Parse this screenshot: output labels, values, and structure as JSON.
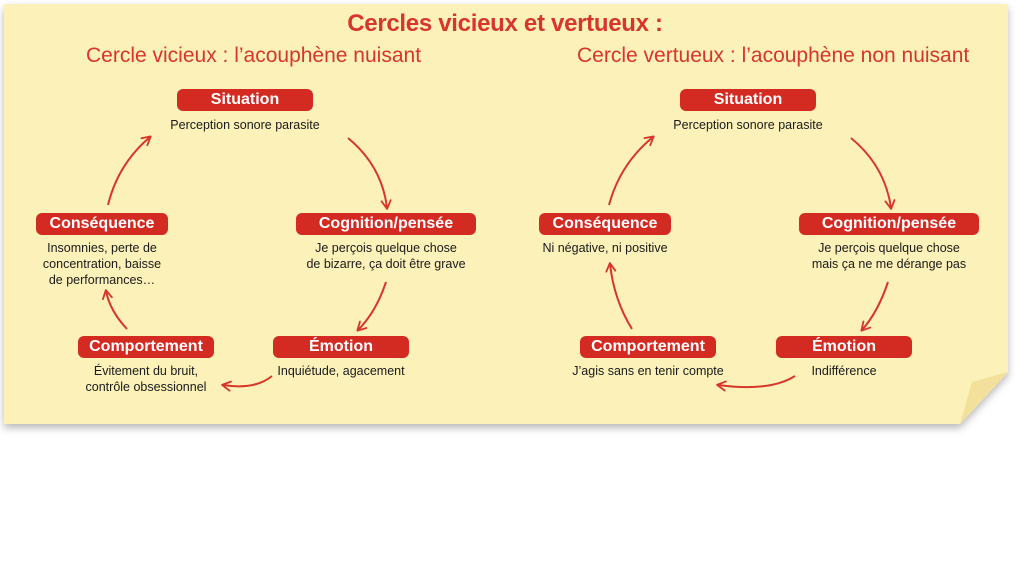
{
  "title": "Cercles vicieux et vertueux :",
  "colors": {
    "background": "#fbf1b9",
    "accent": "#d32b22",
    "arrow": "#d9362b"
  },
  "vicious": {
    "title": "Cercle vicieux : l’acouphène nuisant",
    "situation": {
      "label": "Situation",
      "text": [
        "Perception sonore parasite"
      ]
    },
    "cognition": {
      "label": "Cognition/pensée",
      "text": [
        "Je perçois quelque chose",
        "de bizarre, ça doit être grave"
      ]
    },
    "emotion": {
      "label": "Émotion",
      "text": [
        "Inquiétude, agacement"
      ]
    },
    "behavior": {
      "label": "Comportement",
      "text": [
        "Évitement du bruit,",
        "contrôle obsessionnel"
      ]
    },
    "consequence": {
      "label": "Conséquence",
      "text": [
        "Insomnies, perte de",
        "concentration, baisse",
        "de performances…"
      ]
    }
  },
  "virtuous": {
    "title": "Cercle vertueux : l’acouphène non nuisant",
    "situation": {
      "label": "Situation",
      "text": [
        "Perception sonore parasite"
      ]
    },
    "cognition": {
      "label": "Cognition/pensée",
      "text": [
        "Je perçois quelque chose",
        "mais ça ne me dérange pas"
      ]
    },
    "emotion": {
      "label": "Émotion",
      "text": [
        "Indifférence"
      ]
    },
    "behavior": {
      "label": "Comportement",
      "text": [
        "J’agis sans en tenir compte"
      ]
    },
    "consequence": {
      "label": "Conséquence",
      "text": [
        "Ni négative, ni positive"
      ]
    }
  }
}
